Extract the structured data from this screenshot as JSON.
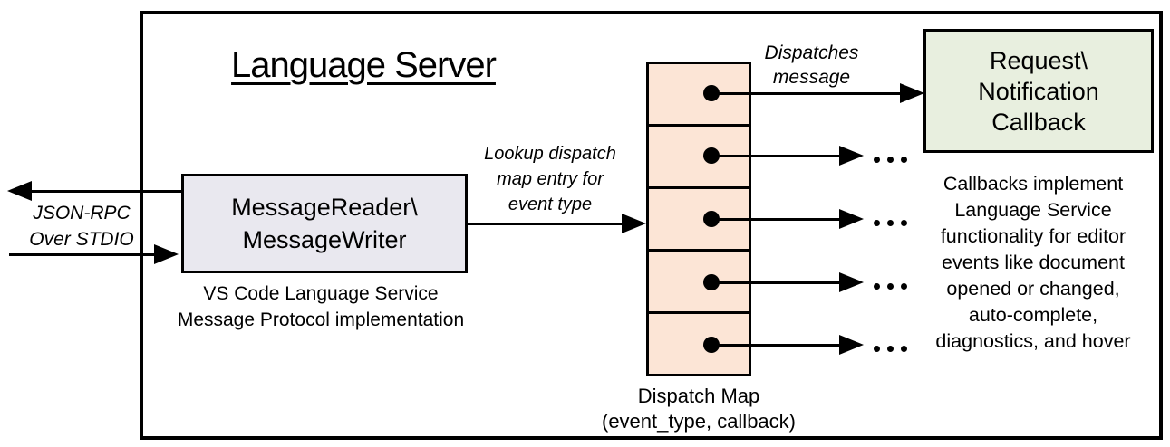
{
  "diagram": {
    "title": "Language Server",
    "reader_box": {
      "line1": "MessageReader\\",
      "line2": "MessageWriter"
    },
    "reader_caption": {
      "line1": "VS Code Language Service",
      "line2": "Message Protocol implementation"
    },
    "stdio_label": {
      "line1": "JSON-RPC",
      "line2": "Over STDIO"
    },
    "lookup_label": {
      "line1": "Lookup dispatch",
      "line2": "map entry for",
      "line3": "event type"
    },
    "dispatches_label": {
      "line1": "Dispatches",
      "line2": "message"
    },
    "dispatch_map_label": {
      "line1": "Dispatch Map",
      "line2": "(event_type, callback)"
    },
    "callback_box": {
      "line1": "Request\\",
      "line2": "Notification",
      "line3": "Callback"
    },
    "callbacks_note": {
      "lines": [
        "Callbacks implement",
        "Language Service",
        "functionality for editor",
        "events like document",
        "opened or changed,",
        "auto-complete,",
        "diagnostics, and hover"
      ]
    },
    "colors": {
      "reader_fill": "#e9e8ef",
      "dispatch_map_fill": "#fce5d6",
      "callback_fill": "#e8efdf",
      "line": "#000000"
    }
  }
}
